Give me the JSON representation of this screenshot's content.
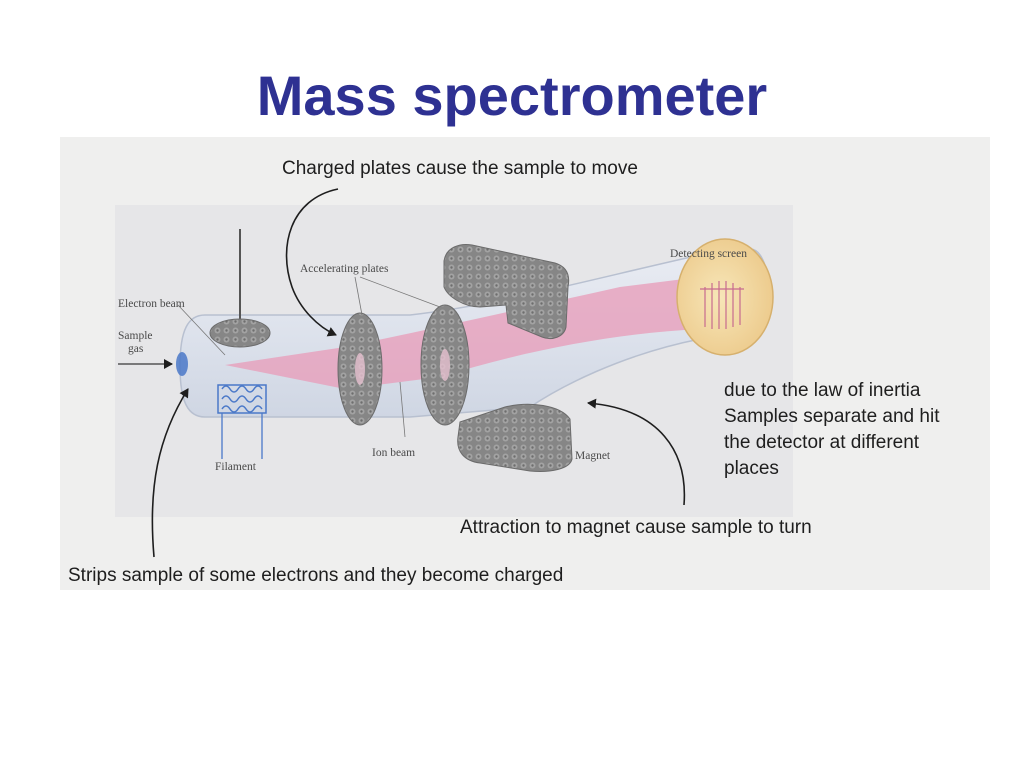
{
  "slide": {
    "title": "Mass spectrometer"
  },
  "figure": {
    "callouts": {
      "charged_plates": "Charged plates cause the sample to move",
      "inertia_line1": "due to the law of inertia",
      "inertia_line2": "Samples separate and hit",
      "inertia_line3": "the detector at different",
      "inertia_line4": "places",
      "magnet_turn": "Attraction to magnet cause sample to turn",
      "strips_electrons": "Strips sample of some electrons and they become charged"
    },
    "labels": {
      "electron_beam": "Electron beam",
      "sample_gas_line1": "Sample",
      "sample_gas_line2": "gas",
      "accelerating_plates": "Accelerating plates",
      "detecting_screen": "Detecting screen",
      "ion_beam": "Ion beam",
      "filament": "Filament",
      "magnet": "Magnet"
    },
    "colors": {
      "title": "#2e3192",
      "panel_background": "#efefee",
      "ion_beam": "#e89bb8",
      "tube": "#dfe3ee",
      "magnet_and_plates": "#8c8c8c",
      "filament_coil": "#4a78c8",
      "detector_glow": "#f3d9a2"
    }
  }
}
